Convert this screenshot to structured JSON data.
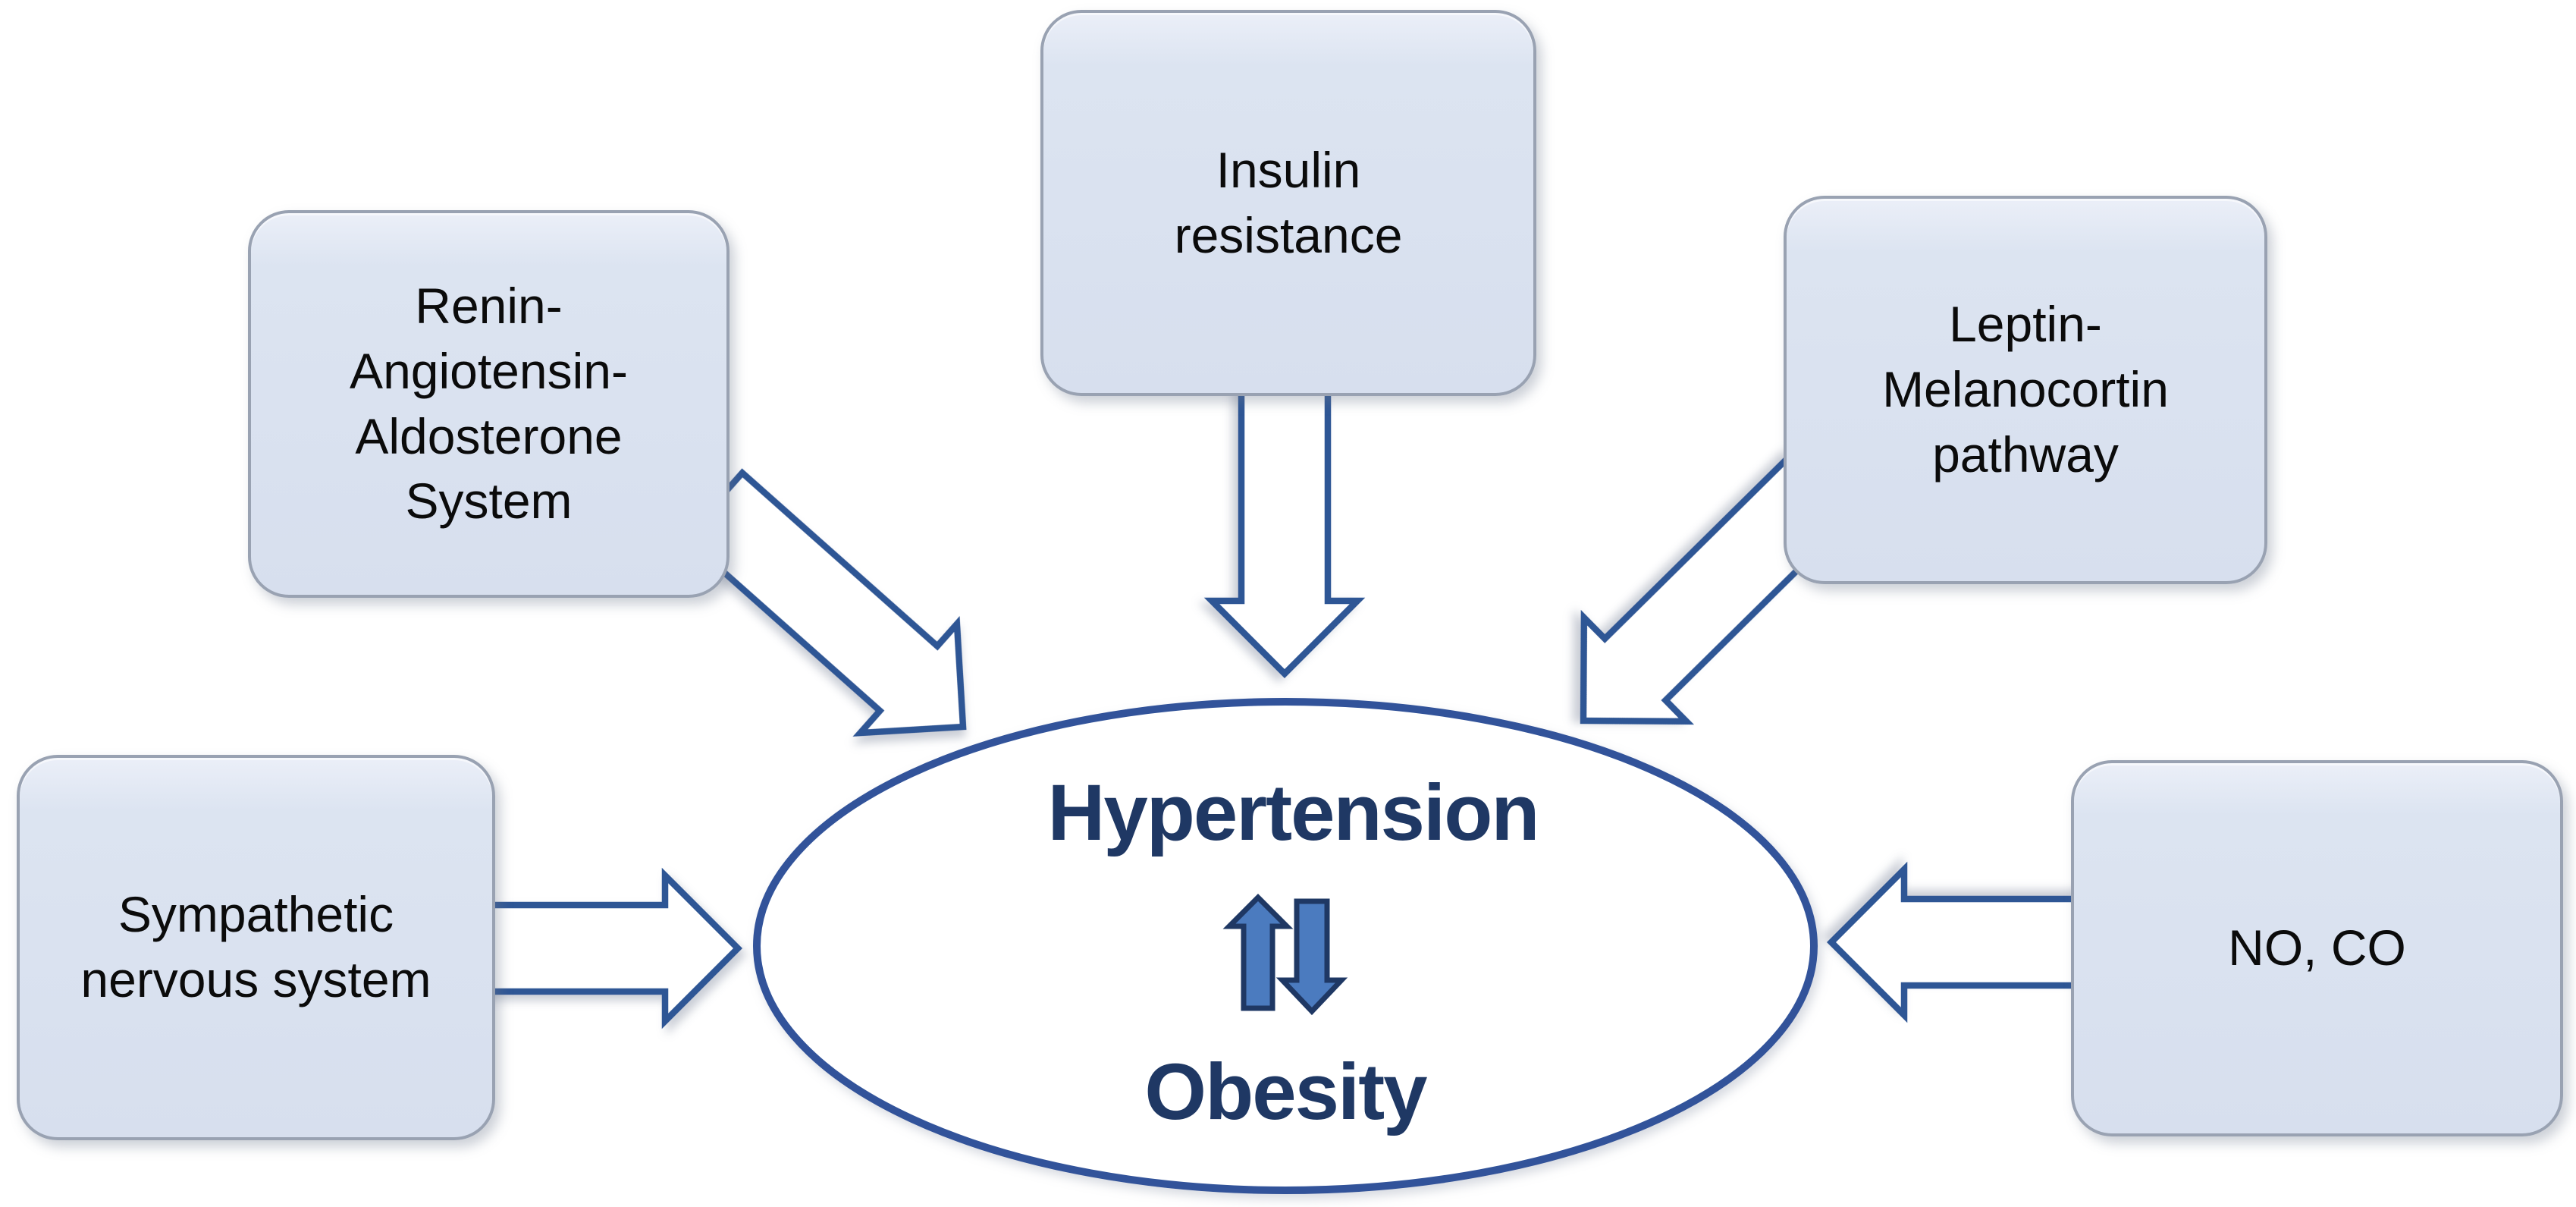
{
  "diagram": {
    "center_ellipse": {
      "top_label": "Hypertension",
      "bottom_label": "Obesity"
    },
    "boxes": {
      "raas": {
        "label": "Renin-\nAngiotensin-\nAldosterone\nSystem"
      },
      "insulin": {
        "label": "Insulin\nresistance"
      },
      "leptin": {
        "label": "Leptin-\nMelanocortin\npathway"
      },
      "sns": {
        "label": "Sympathetic\nnervous system"
      },
      "noco": {
        "label": "NO, CO"
      }
    },
    "colors": {
      "background": "#ffffff",
      "box_fill": "#dce4f1",
      "box_border": "#99a2b2",
      "box_text": "#0b0b0b",
      "arrow_outline": "#2e5795",
      "ellipse_border": "#30539a",
      "center_text": "#1f3864",
      "updown_arrow_fill": "#4b7bbf",
      "updown_arrow_border": "#1f3864"
    }
  }
}
